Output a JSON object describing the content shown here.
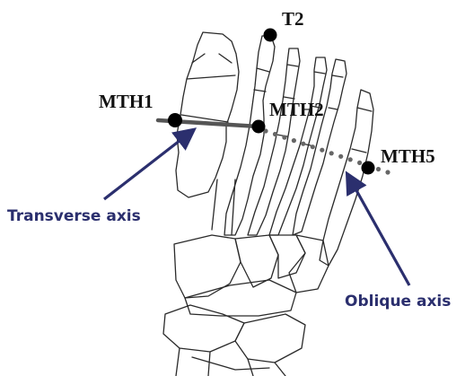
{
  "landmarks": {
    "t2": "T2",
    "mth1": "MTH1",
    "mth2": "MTH2",
    "mth5": "MTH5"
  },
  "axes": {
    "transverse": "Transverse axis",
    "oblique": "Oblique axis"
  },
  "colors": {
    "bone_outline": "#2a2a2a",
    "transverse_line": "#555555",
    "oblique_dots": "#666666",
    "annotation": "#2b2f6e",
    "marker": "#000000"
  }
}
